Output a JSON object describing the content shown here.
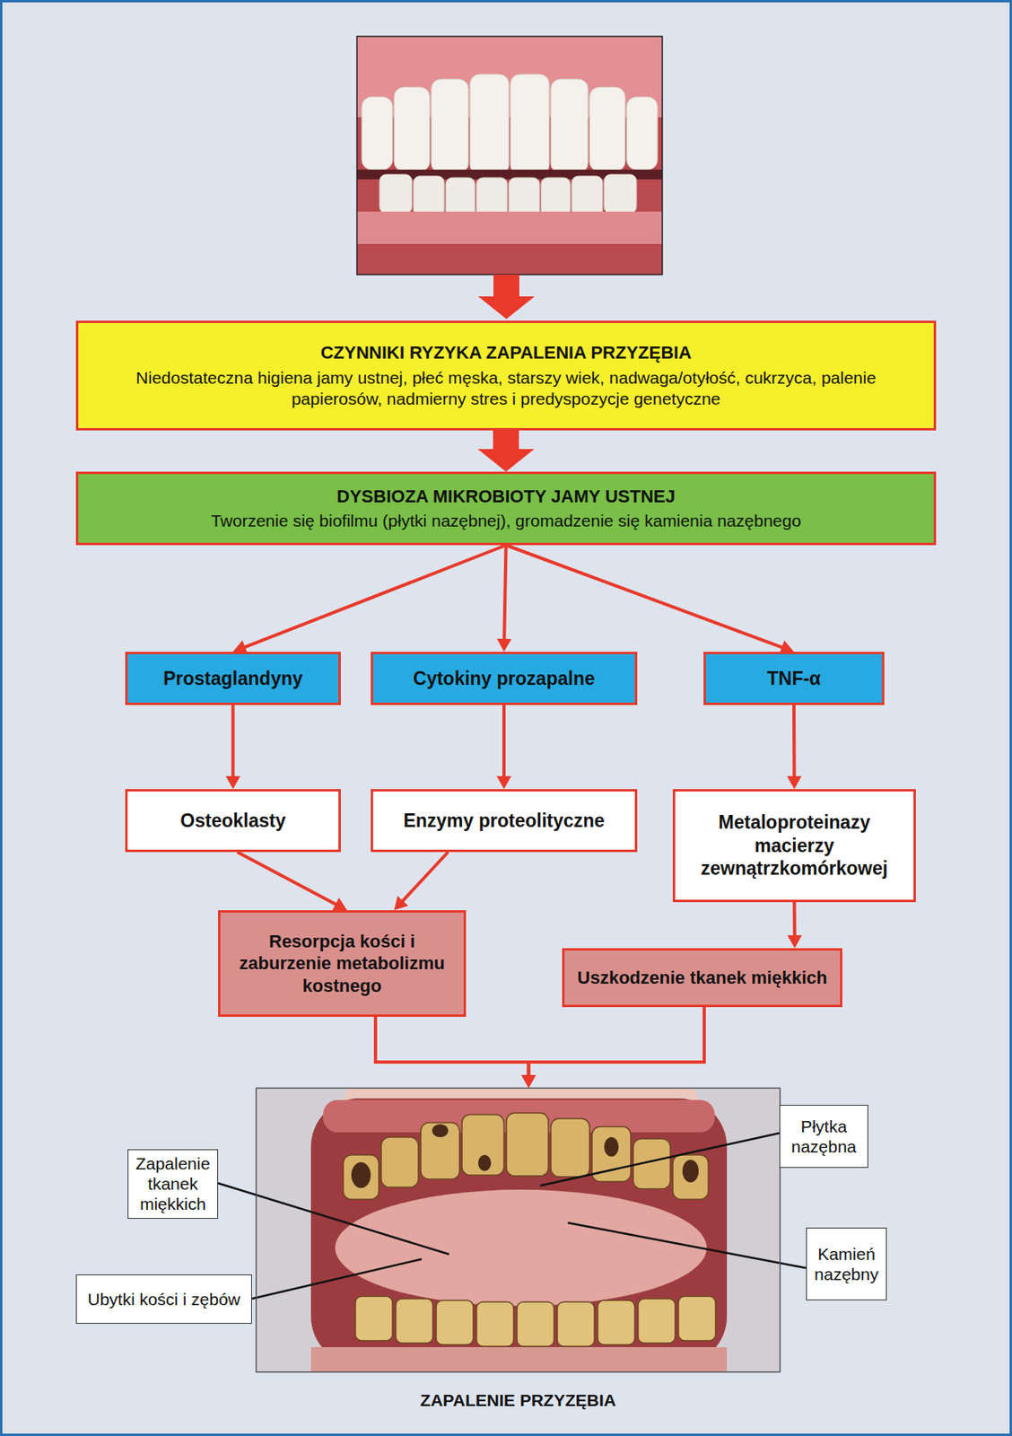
{
  "diagram": {
    "nodes": [
      {
        "text": [
          "CZYNNIKI RYZYKA ZAPALENIA PRZYZĘBIA",
          "Niedostateczna higiena jamy ustnej, płeć męska, starszy wiek, nadwaga/otyłość, cukrzyca, palenie papierosów, nadmierny stres i predyspozycje genetyczne"
        ]
      },
      {
        "text": [
          "DYSBIOZA MIKROBIOTY JAMY USTNEJ",
          "Tworzenie się biofilmu (płytki nazębnej), gromadzenie się kamienia nazębnego"
        ]
      },
      {
        "text": [
          "Prostaglandyny"
        ]
      },
      {
        "text": [
          "Cytokiny prozapalne"
        ]
      },
      {
        "text": [
          "TNF-α"
        ]
      },
      {
        "text": [
          "Osteoklasty"
        ]
      },
      {
        "text": [
          "Enzymy proteolityczne"
        ]
      },
      {
        "text": [
          "Metaloproteinazy macierzy zewnątrzkomórkowej"
        ]
      },
      {
        "text": [
          "Resorpcja kości i zaburzenie metabolizmu kostnego"
        ]
      },
      {
        "text": [
          "Uszkodzenie tkanek miękkich"
        ]
      },
      {
        "text": [
          "ZAPALENIE PRZYZĘBIA"
        ]
      },
      {
        "text": [
          "Płytka nazębna"
        ]
      },
      {
        "text": [
          "Zapalenie tkanek miękkich"
        ]
      },
      {
        "text": [
          "Kamień nazębny"
        ]
      },
      {
        "text": [
          "Ubytki kości i zębów"
        ]
      }
    ],
    "edges": [
      {
        "from": 0,
        "to": 1,
        "arrow": "to"
      },
      {
        "from": 1,
        "to": 2,
        "arrow": "to"
      },
      {
        "from": 1,
        "to": 3,
        "arrow": "to"
      },
      {
        "from": 1,
        "to": 4,
        "arrow": "to"
      },
      {
        "from": 2,
        "to": 5,
        "arrow": "to"
      },
      {
        "from": 3,
        "to": 6,
        "arrow": "to"
      },
      {
        "from": 4,
        "to": 7,
        "arrow": "to"
      },
      {
        "from": 5,
        "to": 8,
        "arrow": "to"
      },
      {
        "from": 6,
        "to": 8,
        "arrow": "to"
      },
      {
        "from": 7,
        "to": 9,
        "arrow": "to"
      },
      {
        "from": 8,
        "to": 10,
        "arrow": "to"
      },
      {
        "from": 9,
        "to": 10,
        "arrow": "to"
      }
    ]
  }
}
